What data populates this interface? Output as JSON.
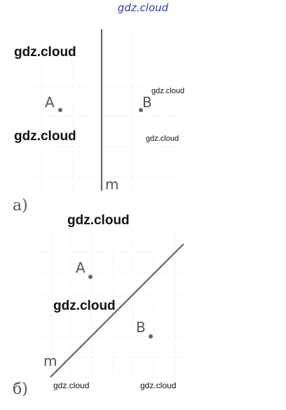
{
  "watermarks": {
    "top": "gdz.cloud",
    "a_left_1": "gdz.cloud",
    "a_left_2": "gdz.cloud",
    "a_right_1": "gdz.cloud",
    "a_right_2": "gdz.cloud",
    "b_top": "gdz.cloud",
    "b_mid": "gdz.cloud",
    "b_bottom_left": "gdz.cloud",
    "b_bottom_right": "gdz.cloud"
  },
  "figure_a": {
    "part_label": "а)",
    "point_a_label": "A",
    "point_b_label": "B",
    "line_label": "m"
  },
  "figure_b": {
    "part_label": "б)",
    "point_a_label": "A",
    "point_b_label": "B",
    "line_label": "m"
  },
  "colors": {
    "line": "#666666",
    "watermark_top": "#2f3ea8",
    "grid": "#ececec"
  }
}
